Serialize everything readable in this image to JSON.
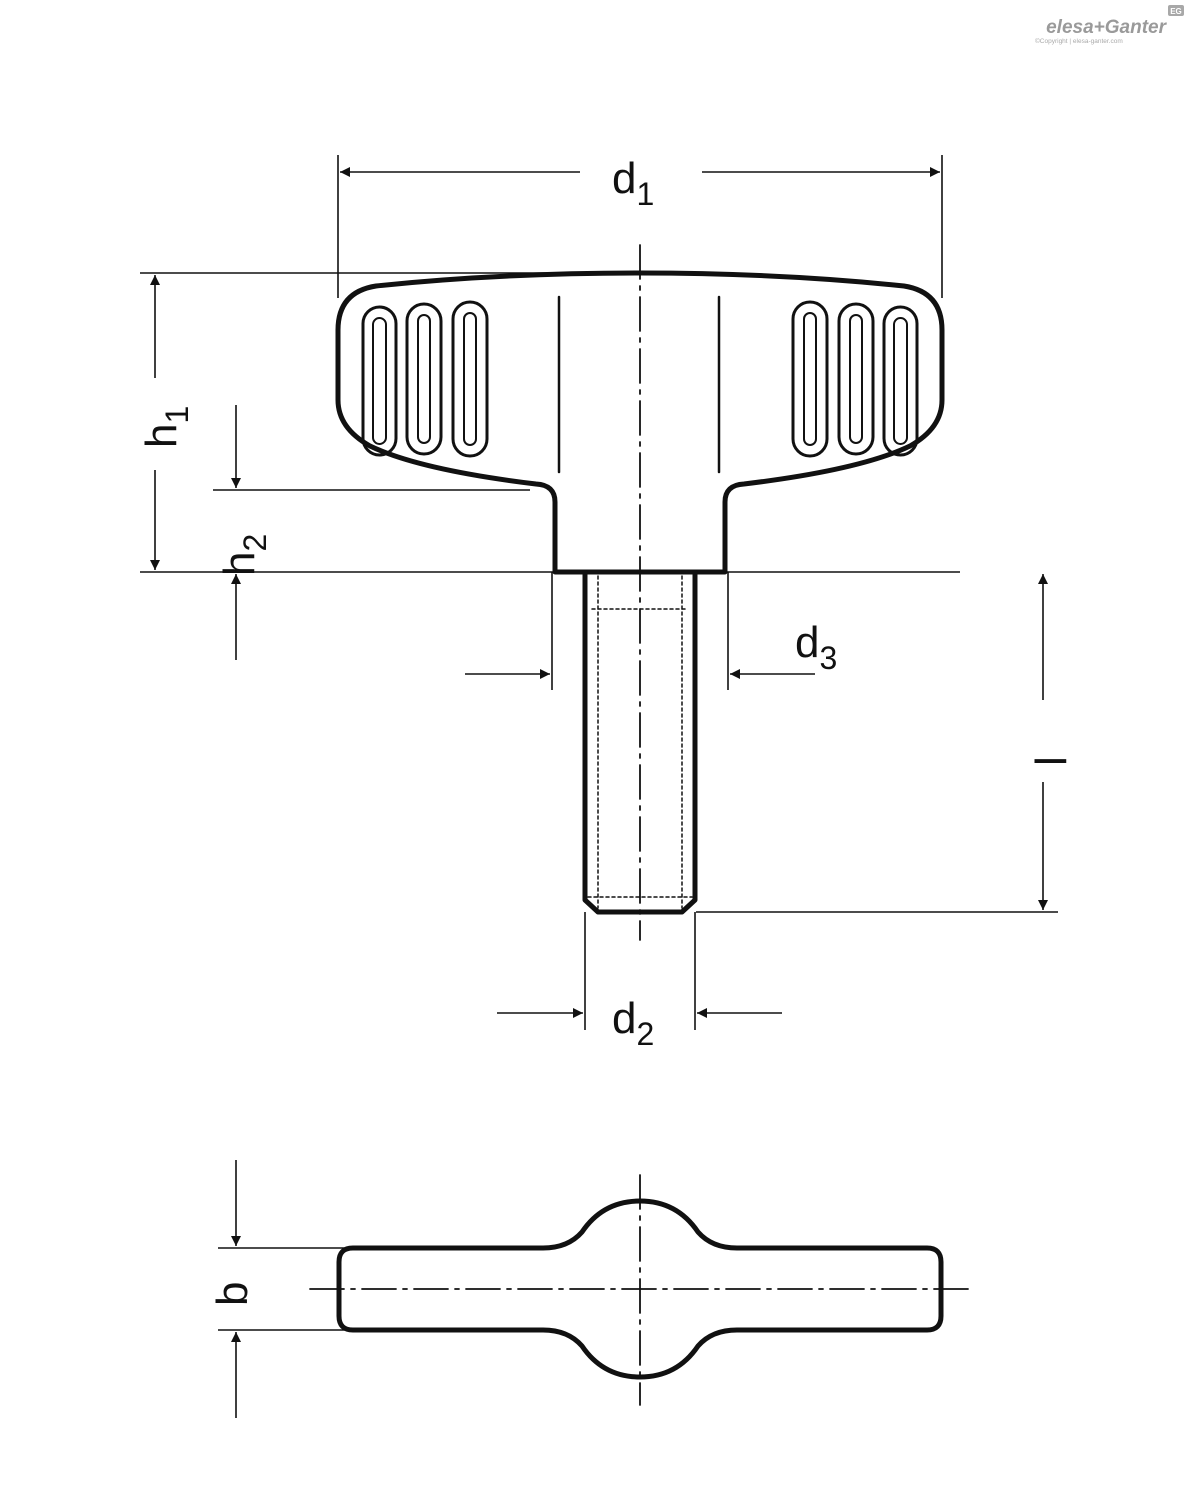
{
  "logo": {
    "brand": "elesa+Ganter",
    "badge": "EG",
    "copyright": "©Copyright | elesa-ganter.com"
  },
  "dimensions": {
    "d1": {
      "main": "d",
      "sub": "1"
    },
    "d2": {
      "main": "d",
      "sub": "2"
    },
    "d3": {
      "main": "d",
      "sub": "3"
    },
    "h1": {
      "main": "h",
      "sub": "1"
    },
    "h2": {
      "main": "h",
      "sub": "2"
    },
    "l": {
      "main": "l"
    },
    "b": {
      "main": "b"
    }
  },
  "colors": {
    "line": "#111111",
    "logo": "#9a9a9a"
  }
}
